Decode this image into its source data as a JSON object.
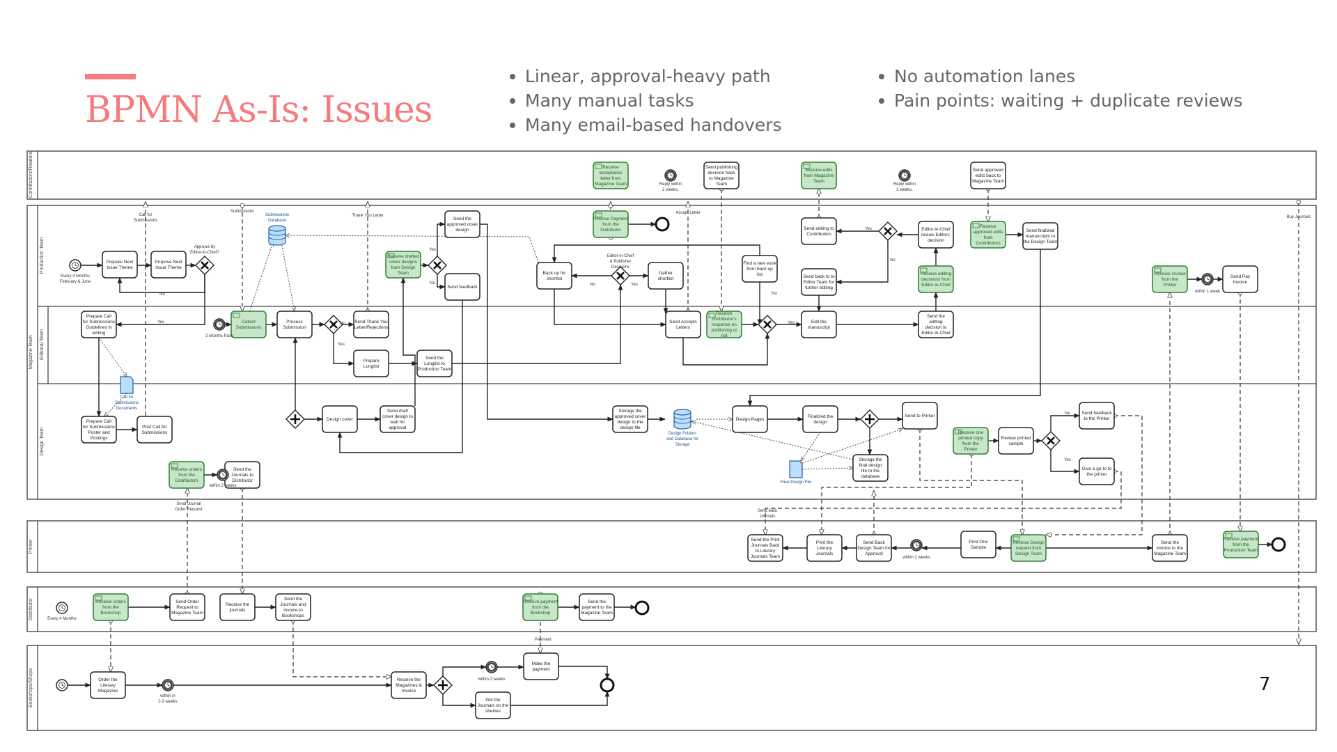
{
  "slide": {
    "title": "BPMN As-Is: Issues",
    "page_number": "7",
    "bullets_left": [
      "Linear, approval-heavy path",
      "Many manual tasks",
      "Many email-based handovers"
    ],
    "bullets_right": [
      "No automation lanes",
      "Pain points: waiting + duplicate reviews"
    ],
    "accent_color": "#f47c7c"
  },
  "diagram": {
    "pools": {
      "contributors": "Contributors/Readers",
      "magazine": "Magazine Team",
      "printer": "Printer",
      "distributor": "Distributor",
      "bookshops": "Bookshops/Shops"
    },
    "lanes": {
      "production": "Production Team",
      "editorial": "Editorial Team",
      "design": "Design Team"
    },
    "tasks": {
      "c_receive_accept": "Receive acceptance letter from Magazine Team",
      "c_send_decision": "Send publishing decision back to Magazine Team",
      "c_receive_edits": "Receive edits from Magazine Team",
      "c_send_approved": "Send approved edits back to Magazine Team",
      "p_prepare_theme": "Prepare Next Issue Theme",
      "p_propose_theme": "Propose Next Issue Theme",
      "p_receive_drafted": "Receive drafted cover designs from Design Team",
      "p_send_approved_cover": "Send the approved cover design",
      "p_send_feedback": "Send feedback",
      "p_receive_payment": "Receive Payment from the Distributor",
      "p_backup": "Back up for shortlist",
      "p_gather": "Gather shortlist",
      "p_find_new": "Find a new work from back up list",
      "p_send_editing": "Send editing to Contributors",
      "p_send_back_editor": "Send back to to Editor Team for further editing",
      "p_eic_review": "Editor-in-Chief review Editors' decision",
      "p_receive_editing": "Receive editing decisions from Editor-in-Chief",
      "p_receive_approved_edits": "Receive approved edits from Contributors",
      "p_send_finalized": "Send finalized manuscripts to the Design Team",
      "p_receive_invoice": "Receive invoice from the Printer",
      "p_send_pay": "Send Pay Invoice",
      "e_prepare_call": "Prepare Call for Submissions Guidelines in writing",
      "e_collect": "Collect Submissions",
      "e_process": "Process Submission",
      "e_thank_you": "Send Thank You Letter/Rejections",
      "e_longlist": "Prepare Longlist",
      "e_send_longlist": "Send the Longlist to Production Team",
      "e_send_accepts": "Send Accepts Letters",
      "e_receive_response": "Receive contributor's response on publishing or not",
      "e_edit": "Edit the manuscript",
      "e_send_editing_decision": "Send the editing decision to Editor-in-Chief",
      "d_prepare_poster": "Prepare Call for Submissions Poster and Postings",
      "d_post_call": "Post Call for Submissions",
      "d_design_cover": "Design cover",
      "d_send_draft": "Send draft cover design to wait for approval",
      "d_receive_orders": "Receive orders from the Distributors",
      "d_send_journals": "Send the Journals to Distributor",
      "d_storage_cover": "Storage the approved cover design to the design file",
      "d_design_pages": "Design Pages",
      "d_finalized": "Finalized the design",
      "d_send_printer": "Send to Printer",
      "d_storage_final": "Storage the final design file to the database",
      "d_receive_copy": "Receive one printed copy from the Printer",
      "d_review_sample": "Review printed sample",
      "d_send_feedback_printer": "Send feedback to the Printer",
      "d_go_to_printer": "Give a go-to to the printer",
      "pr_send_back": "Send the Print Journals Back to Literary Journals Team",
      "pr_print": "Print the Literary Journals",
      "pr_send_back_design": "Send Back Design Team for Approval",
      "pr_print_one": "Print One Sample",
      "pr_receive_design": "Receive Design request from Design Team",
      "pr_send_invoice": "Send the invoice to the Magazine Team",
      "pr_receive_payment": "Receive payment from the Production Team",
      "di_receive_orders": "Receive orders from the Bookshop",
      "di_send_order": "Send Order Request to Magazine Team",
      "di_receive_journals": "Receive the journals",
      "di_send_journals": "Send the Journals and invoice to Bookshops",
      "di_receive_payment": "Receive payment from the Bookshop",
      "di_send_payment": "Send the payment to the Magazine Team",
      "b_order": "Order the Literary Magazine",
      "b_receive": "Receive the Magazines & Invoice",
      "b_make_payment": "Make the payment",
      "b_get_shelves": "Get the Journals on the shelves"
    },
    "labels": {
      "every_4_feb_june": "Every 4 Months February & June",
      "approve_eic": "Approve by Editor-in-Chief?",
      "no": "No",
      "yes": "Yes",
      "two_months": "2 Months Pass",
      "call_for_submissions": "Call for Submissions",
      "submissions": "Submissions",
      "thank_you_letter": "Thank You Letter",
      "accept_letter": "Accept Letter",
      "buy_journals": "Buy Journals",
      "reply_2_weeks": "Reply within 2 weeks.",
      "eic_publisher": "Editor-in-Chief & Publisher Decisions",
      "within_1_week": "within 1 week",
      "within_2_weeks": "within 2 weeks",
      "send_journal_order": "Send Journal Order Request",
      "send_back_journals": "Send back Journals",
      "every_4_months": "Every 4 Months",
      "payment": "Payment",
      "within_2_3_weeks": "within in 2-3 weeks",
      "submissions_db": "Submissions Database",
      "call_docs": "Call for Submissions Documents",
      "design_db": "Design Folders and Database for Storage",
      "final_design_file": "Final Design File"
    }
  }
}
